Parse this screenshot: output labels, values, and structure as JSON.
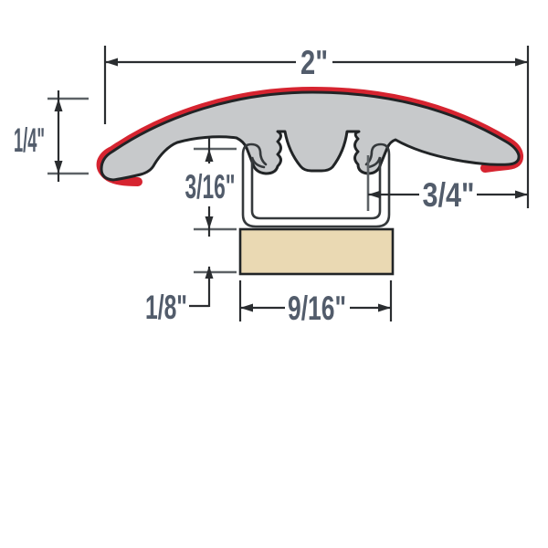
{
  "diagram": {
    "kind": "molding-profile-cross-section",
    "dimensions": {
      "overall_width": {
        "label": "2\""
      },
      "profile_height": {
        "label": "1/4\""
      },
      "channel_depth": {
        "label": "3/16\""
      },
      "overlap_reach": {
        "label": "3/4\""
      },
      "base_thickness": {
        "label": "1/8\""
      },
      "base_width": {
        "label": "9/16\""
      }
    },
    "colors": {
      "background": "#ffffff",
      "cap_fill": "#c7c9cb",
      "wear_layer": "#d62430",
      "outline": "#212426",
      "track_outline": "#35393c",
      "base_fill": "#ead9b3",
      "dim_line": "#2a2d30",
      "tick": "#5d6266",
      "label_text": "#525c6b"
    }
  }
}
